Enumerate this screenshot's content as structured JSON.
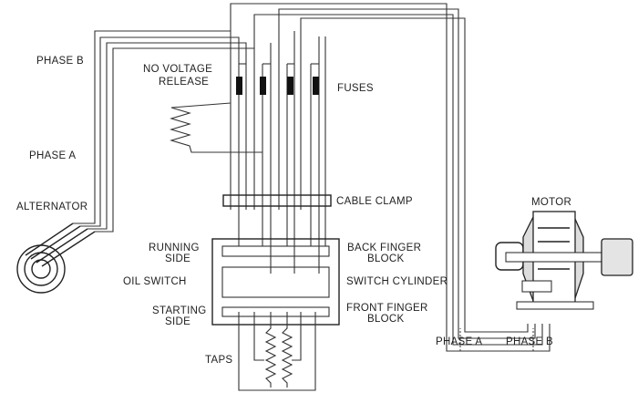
{
  "title": "Alternator to induction motor starting connections with oil switch",
  "labels": {
    "phase_b_left": "PHASE B",
    "no_voltage_1": "NO VOLTAGE",
    "no_voltage_2": "RELEASE",
    "fuses": "FUSES",
    "phase_a_left": "PHASE A",
    "alternator": "ALTERNATOR",
    "cable_clamp": "CABLE CLAMP",
    "motor": "MOTOR",
    "running_1": "RUNNING",
    "running_2": "SIDE",
    "back_finger_1": "BACK FINGER",
    "back_finger_2": "BLOCK",
    "oil_switch": "OIL SWITCH",
    "switch_cylinder": "SWITCH CYLINDER",
    "starting_1": "STARTING",
    "starting_2": "SIDE",
    "front_finger_1": "FRONT FINGER",
    "front_finger_2": "BLOCK",
    "taps": "TAPS",
    "phase_a_right": "PHASE A",
    "phase_b_right": "PHASE B"
  }
}
